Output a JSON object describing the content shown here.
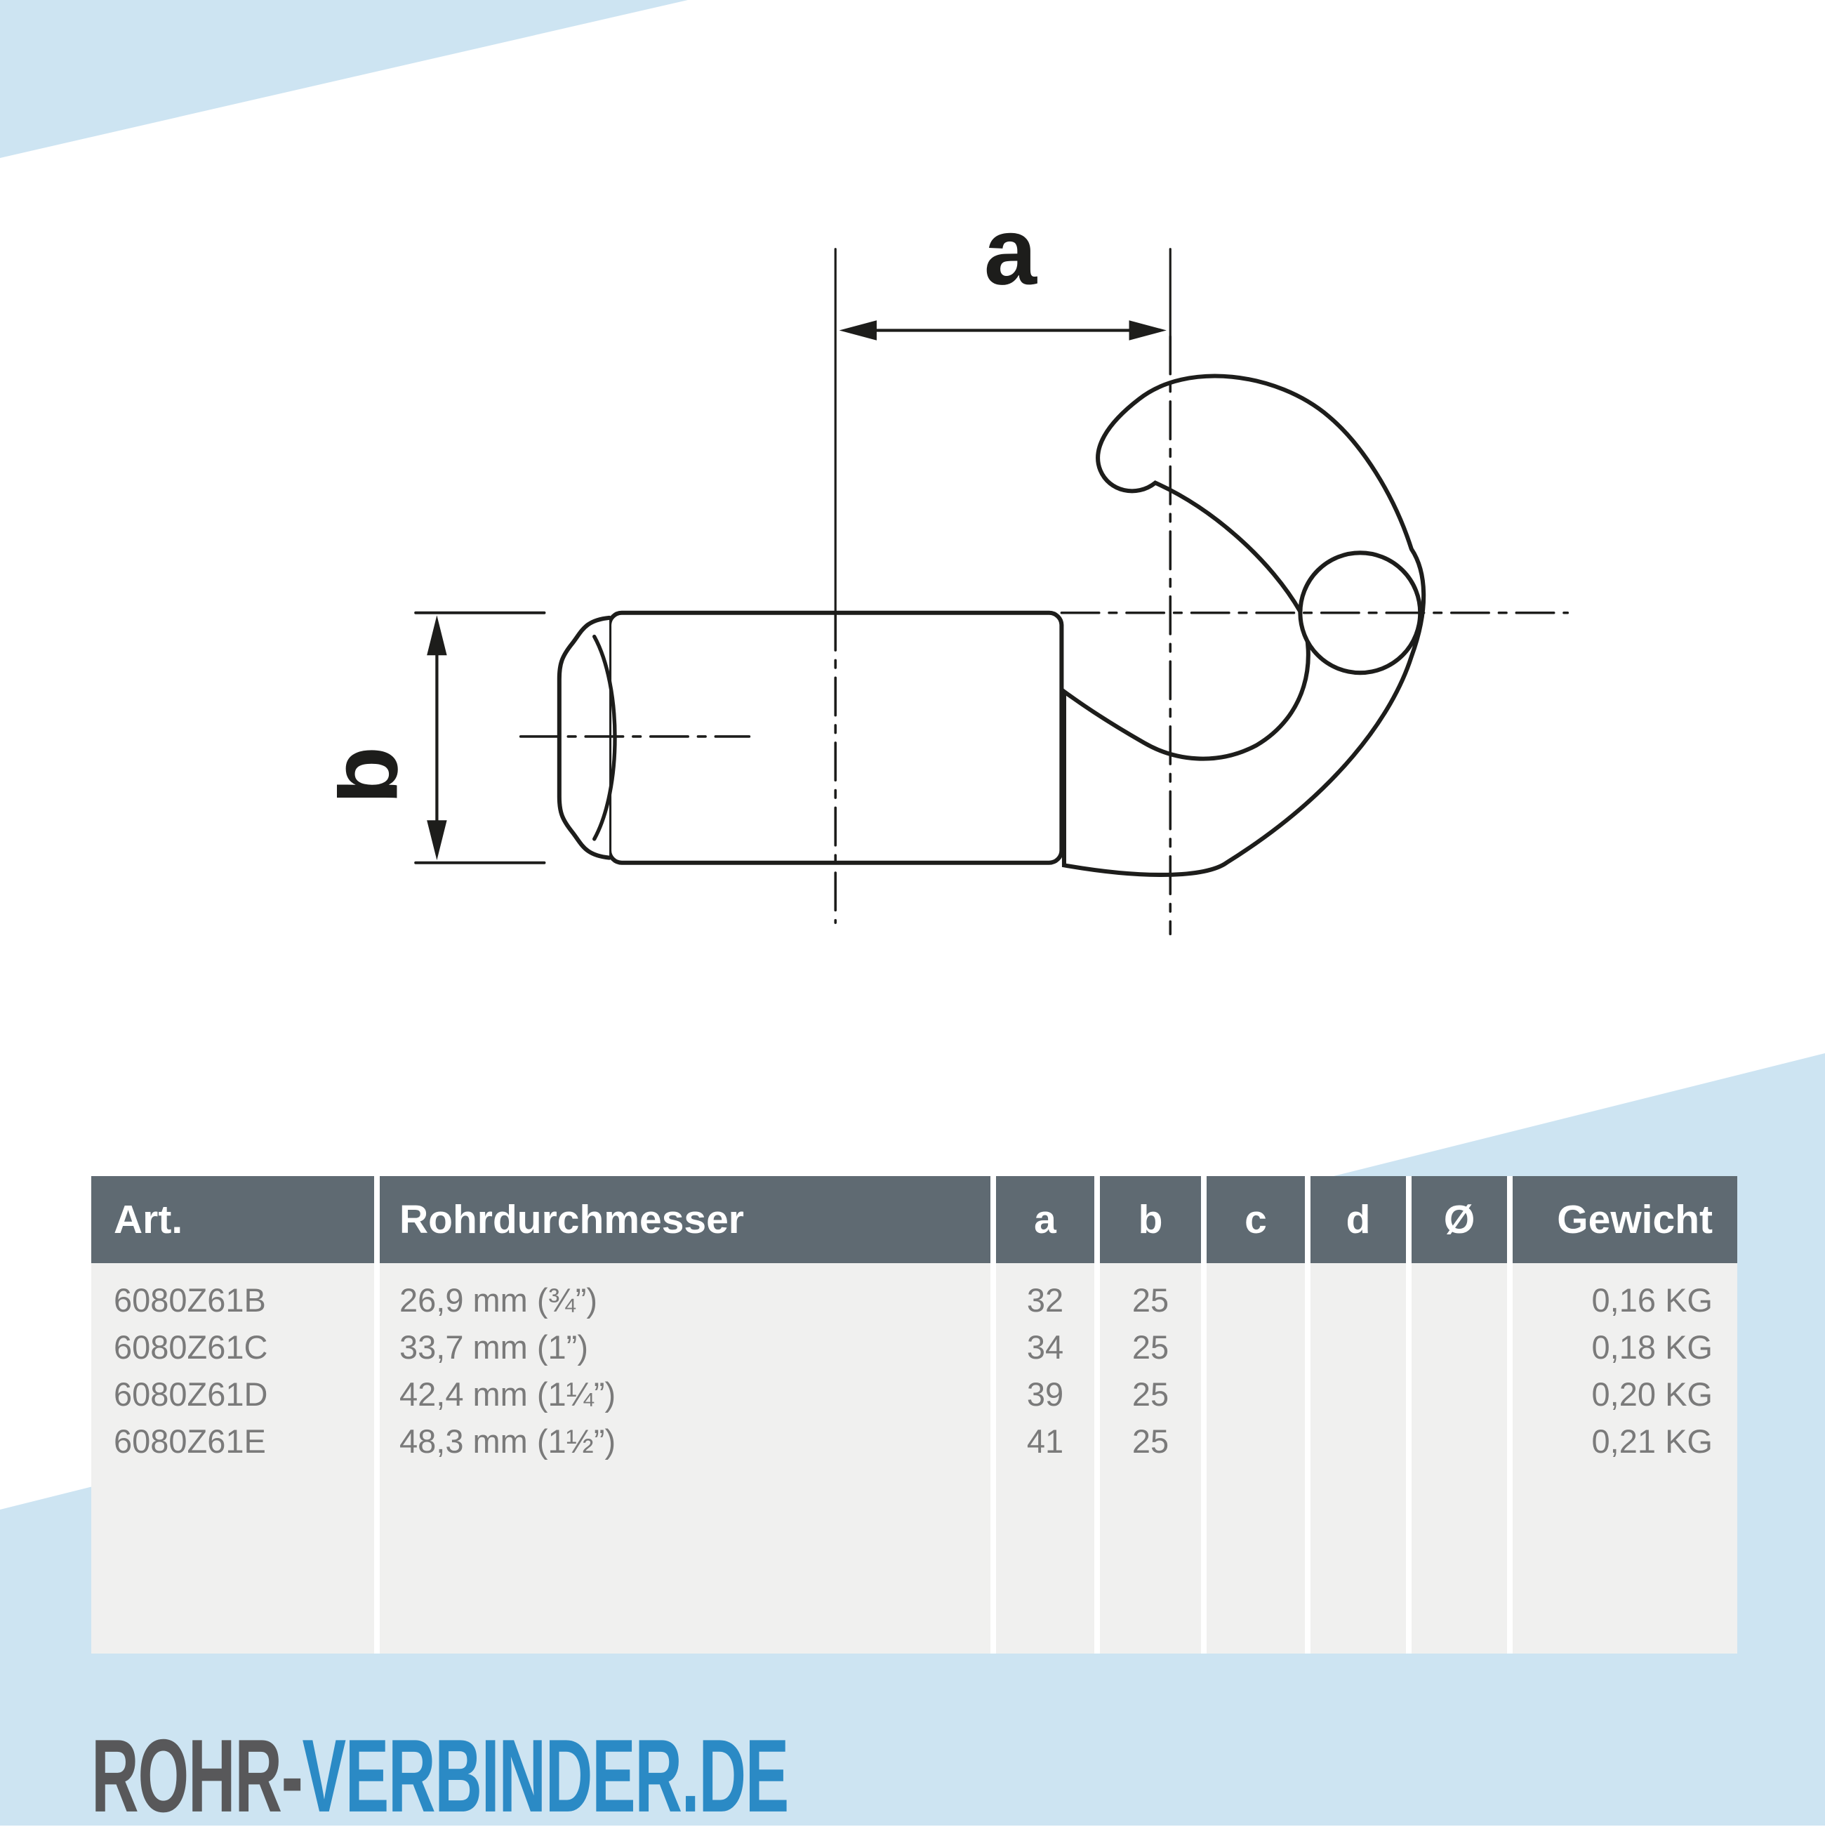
{
  "decor": {
    "accent_blue": "#cde4f2"
  },
  "drawing": {
    "line_color": "#1d1d1b",
    "dim_a_label": "a",
    "dim_b_label": "b"
  },
  "table": {
    "header_bg": "#5f6a72",
    "header_text_color": "#ffffff",
    "body_bg": "#f0f0ef",
    "row_text_color": "#7a7a7a",
    "columns": [
      "Art.",
      "Rohrdurchmesser",
      "a",
      "b",
      "c",
      "d",
      "Ø",
      "Gewicht"
    ],
    "rows": [
      [
        "6080Z61B",
        "26,9 mm (¾”)",
        "32",
        "25",
        "",
        "",
        "",
        "0,16 KG"
      ],
      [
        "6080Z61C",
        "33,7 mm (1”)",
        "34",
        "25",
        "",
        "",
        "",
        "0,18 KG"
      ],
      [
        "6080Z61D",
        "42,4 mm (1¼”)",
        "39",
        "25",
        "",
        "",
        "",
        "0,20 KG"
      ],
      [
        "6080Z61E",
        "48,3 mm (1½”)",
        "41",
        "25",
        "",
        "",
        "",
        "0,21 KG"
      ]
    ]
  },
  "logo": {
    "part1": "ROHR-",
    "part2": "VERBINDER.DE",
    "part1_color": "#58585a",
    "part2_color": "#2b8ac5"
  }
}
